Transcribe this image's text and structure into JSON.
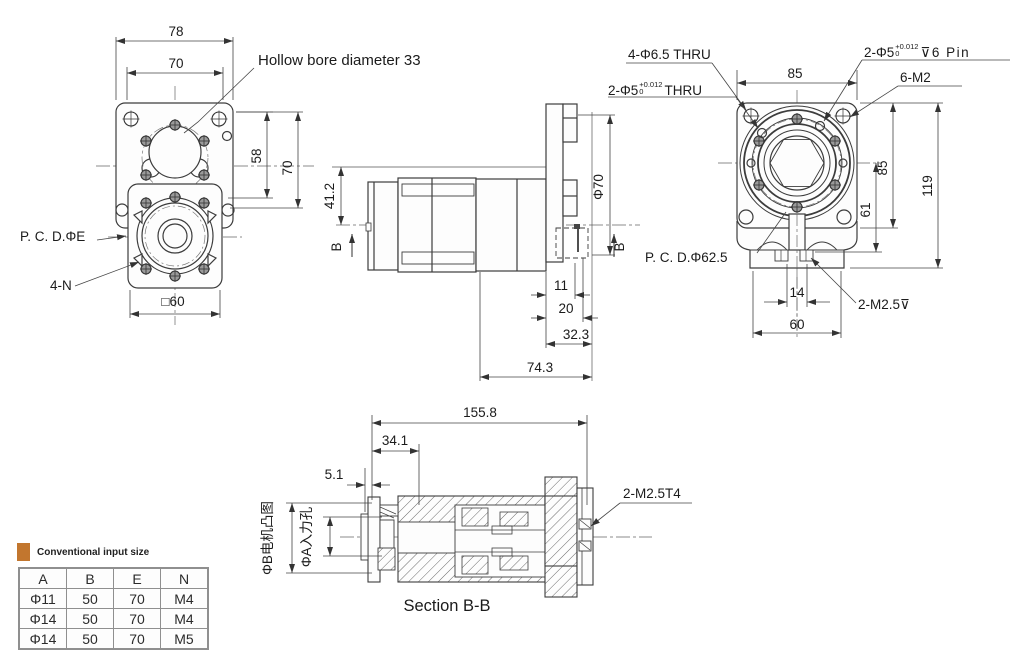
{
  "drawing": {
    "front_view": {
      "dim_width_outer": "78",
      "dim_width_inner": "70",
      "note_hollow_bore": "Hollow bore diameter 33",
      "dim_58": "58",
      "dim_height_70": "70",
      "label_pcd": "P. C. D.ΦE",
      "label_corner_tap": "4-N",
      "dim_square_60": "□60"
    },
    "side_view": {
      "dim_41_2": "41.2",
      "dim_phi70": "Φ70",
      "section_marker": "B",
      "dim_11": "11",
      "dim_20": "20",
      "dim_32_3": "32.3",
      "dim_74_3": "74.3"
    },
    "rear_view": {
      "callout_corner_holes": "4-Φ6.5 THRU",
      "callout_dowel_thru": {
        "prefix": "2-Φ5",
        "tol_sup": "+0.012",
        "tol_sub": "0",
        "suffix": "THRU"
      },
      "callout_dowel_pin": {
        "prefix": "2-Φ5",
        "tol_sup": "+0.012",
        "tol_sub": "0",
        "suffix": "⊽6 Pin"
      },
      "callout_tapped": "6-M2",
      "dim_width_85": "85",
      "dim_height_85": "85",
      "dim_height_119": "119",
      "dim_61": "61",
      "label_pcd": "P. C. D.Φ62.5",
      "dim_14": "14",
      "callout_m25_depth": "2-M2.5⊽",
      "dim_60": "60"
    },
    "section_view": {
      "dim_155_8": "155.8",
      "dim_34_1": "34.1",
      "dim_5_1": "5.1",
      "label_motor_boss": "ΦB电机凸图",
      "label_input_hole": "ΦA入力孔",
      "callout_m25t4": "2-M2.5T4",
      "title": "Section B-B"
    },
    "table": {
      "legend": "Conventional input size",
      "legend_color": "#c2762e",
      "headers": [
        "A",
        "B",
        "E",
        "N"
      ],
      "rows": [
        [
          "Φ11",
          "50",
          "70",
          "M4"
        ],
        [
          "Φ14",
          "50",
          "70",
          "M4"
        ],
        [
          "Φ14",
          "50",
          "70",
          "M5"
        ]
      ]
    }
  }
}
